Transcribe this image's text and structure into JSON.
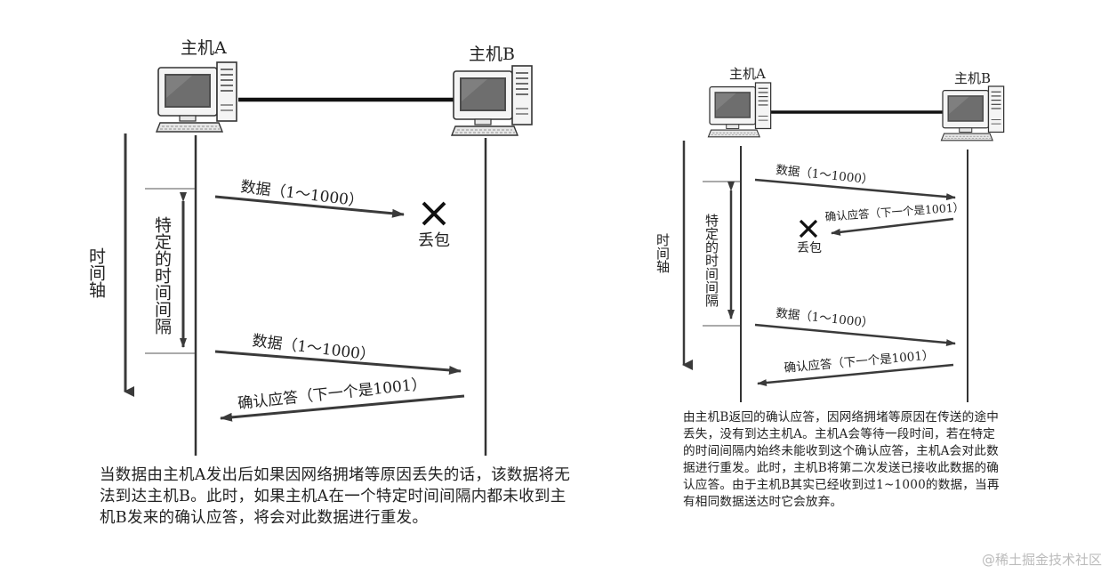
{
  "left": {
    "host_a": "主机A",
    "host_b": "主机B",
    "time_axis": "时间轴",
    "interval": "特定的时间间隔",
    "data_lost": "数据（1～1000）",
    "lost": "丢包",
    "data_resend": "数据（1～1000）",
    "ack": "确认应答（下一个是1001）",
    "caption": "当数据由主机A发出后如果因网络拥堵等原因丢失的话，该数据将无法到达主机B。此时，如果主机A在一个特定时间间隔内都未收到主机B发来的确认应答，将会对此数据进行重发。"
  },
  "right": {
    "host_a": "主机A",
    "host_b": "主机B",
    "time_axis": "时间轴",
    "interval": "特定的时间间隔",
    "data_first": "数据（1～1000）",
    "ack_lost": "确认应答（下一个是1001）",
    "lost": "丢包",
    "data_resend": "数据（1～1000）",
    "ack_second": "确认应答（下一个是1001）",
    "caption": "由主机B返回的确认应答，因网络拥堵等原因在传送的途中丢失，没有到达主机A。主机A会等待一段时间，若在特定的时间间隔内始终未能收到这个确认应答，主机A会对此数据进行重发。此时，主机B将第二次发送已接收此数据的确认应答。由于主机B其实已经收到过1~1000的数据，当再有相同数据送达时它会放弃。"
  },
  "watermark": "@稀土掘金技术社区"
}
